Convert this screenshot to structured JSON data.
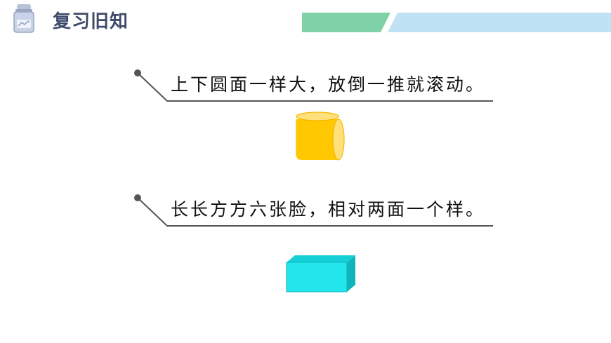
{
  "header": {
    "title": "复习旧知",
    "icon": "jar-icon",
    "band_colors": {
      "green": "#7fd2a8",
      "blue": "#bfe3f5"
    }
  },
  "riddles": [
    {
      "text": "上下圆面一样大，放倒一推就滚动。",
      "shape": "cylinder-icon"
    },
    {
      "text": "长长方方六张脸，相对两面一个样。",
      "shape": "cuboid-icon"
    }
  ],
  "colors": {
    "line": "#555555",
    "cylinder_body": "#ffc800",
    "cylinder_top": "#ffe07a",
    "cuboid_front": "#22e6ec",
    "cuboid_top": "#14cfd6",
    "cuboid_side": "#10b4bb"
  }
}
